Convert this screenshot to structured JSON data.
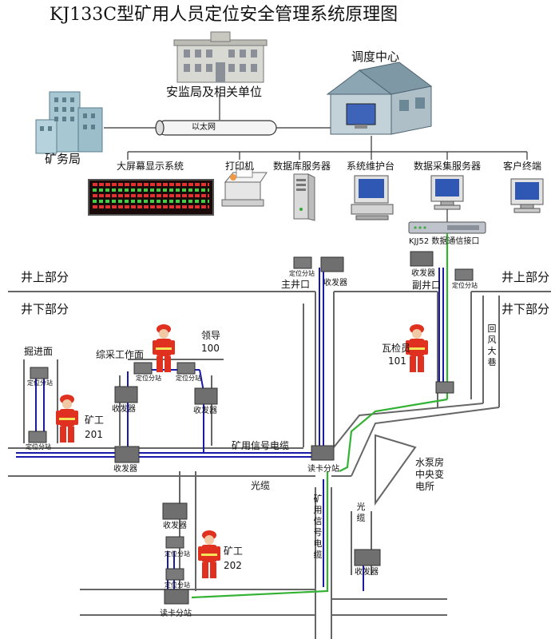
{
  "title": "KJ133C型矿用人员定位安全管理系统原理图",
  "top": {
    "bureau": "安监局及相关单位",
    "control_center": "调度中心",
    "mine_bureau": "矿务局",
    "ethernet": "以太网",
    "devices": {
      "big_screen": "大屏幕显示系统",
      "printer": "打印机",
      "db_server": "数据库服务器",
      "maintenance": "系统维护台",
      "data_server": "数据采集服务器",
      "client": "客户终端"
    },
    "interface": "KJJ52 数据通信接口"
  },
  "zones": {
    "above_left": "井上部分",
    "below_left": "井下部分",
    "above_right": "井上部分",
    "below_right": "井下部分"
  },
  "devices": {
    "locator": "定位分站",
    "transceiver": "收发器",
    "reader": "读卡分站"
  },
  "places": {
    "main_shaft": "主井口",
    "aux_shaft": "副井口",
    "return_air": "回风大巷",
    "excavation": "掘进面",
    "mining_face": "综采工作面",
    "pump_room": "水泵房\n中央变\n电所"
  },
  "people": {
    "leader": "领导",
    "leader_id": "100",
    "gas_inspector": "瓦检员",
    "gas_id": "101",
    "miner1": "矿工",
    "miner1_id": "201",
    "miner2": "矿工",
    "miner2_id": "202"
  },
  "cables": {
    "signal": "矿用信号电缆",
    "fiber": "光缆",
    "signal_vertical": "矿用信号电缆",
    "fiber_vertical": "光缆"
  },
  "colors": {
    "signal_line": "#1a1aa8",
    "fiber_line": "#33b233",
    "tunnel_line": "#555555",
    "worker": "#e03020"
  }
}
